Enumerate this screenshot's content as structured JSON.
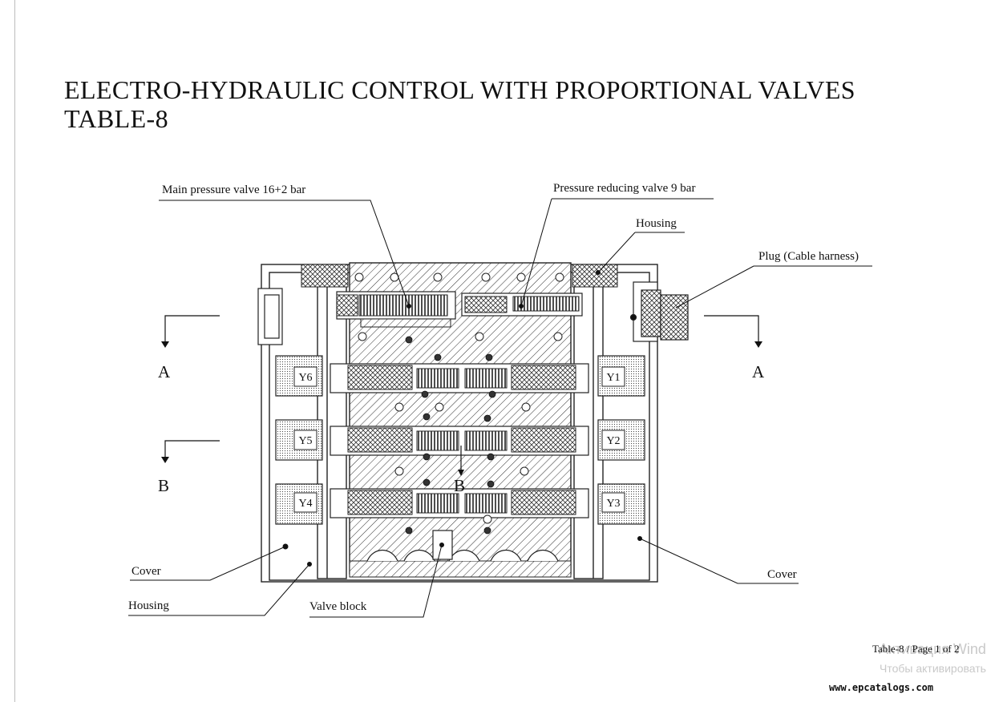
{
  "page": {
    "title_line1": "ELECTRO-HYDRAULIC CONTROL WITH PROPORTIONAL VALVES",
    "title_line2": "TABLE-8",
    "footer_page": "Table-8 / Page 1 of 2",
    "watermark_line1": "Активация Wind",
    "watermark_line2": "Чтобы активировать",
    "site": "www.epcatalogs.com"
  },
  "diagram": {
    "labels": {
      "main_pressure_valve": "Main pressure valve 16+2 bar",
      "pressure_reducing_valve": "Pressure reducing valve 9 bar",
      "housing_top": "Housing",
      "plug": "Plug (Cable harness)",
      "cover_left": "Cover",
      "housing_bottom": "Housing",
      "valve_block": "Valve block",
      "cover_right": "Cover"
    },
    "section_marks": {
      "a_left": "A",
      "a_right": "A",
      "b_left": "B",
      "b_center": "B"
    },
    "solenoids": {
      "y1": "Y1",
      "y2": "Y2",
      "y3": "Y3",
      "y4": "Y4",
      "y5": "Y5",
      "y6": "Y6"
    }
  }
}
